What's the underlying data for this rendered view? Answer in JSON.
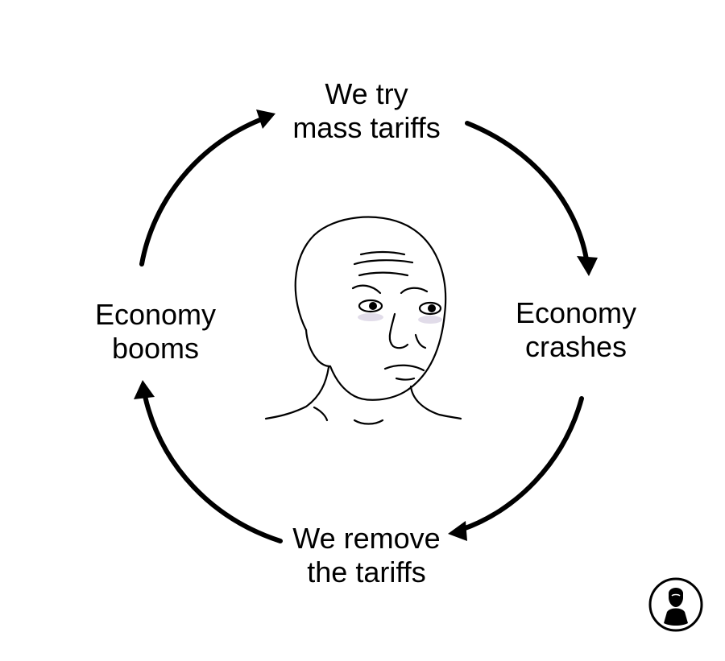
{
  "diagram": {
    "type": "cycle",
    "nodes": [
      {
        "id": "top",
        "lines": [
          "We try",
          "mass tariffs"
        ]
      },
      {
        "id": "right",
        "lines": [
          "Economy",
          "crashes"
        ]
      },
      {
        "id": "bottom",
        "lines": [
          "We remove",
          "the tariffs"
        ]
      },
      {
        "id": "left",
        "lines": [
          "Economy",
          "booms"
        ]
      }
    ],
    "edges": [
      {
        "from": "top",
        "to": "right"
      },
      {
        "from": "right",
        "to": "bottom"
      },
      {
        "from": "bottom",
        "to": "left"
      },
      {
        "from": "left",
        "to": "top"
      }
    ],
    "center_image": "sad-wojak-face",
    "corner_badge": "portrait-logo-icon",
    "colors": {
      "ink": "#000000",
      "background": "#ffffff"
    }
  }
}
